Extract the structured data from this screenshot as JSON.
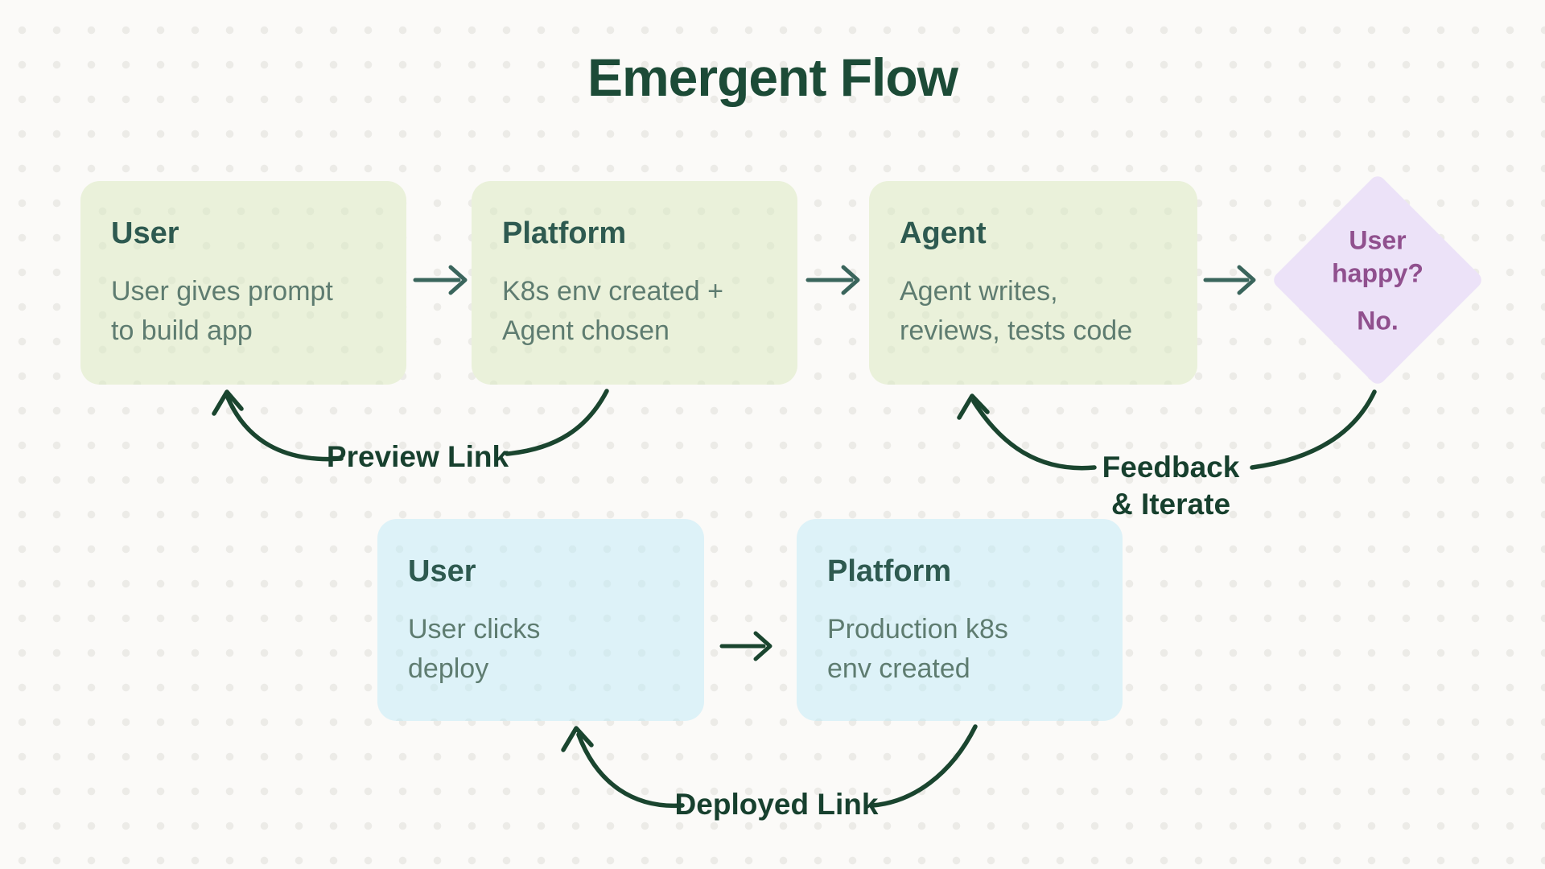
{
  "title": "Emergent Flow",
  "top_row": {
    "boxes": [
      {
        "title": "User",
        "body": "User gives prompt\nto build app"
      },
      {
        "title": "Platform",
        "body": "K8s env created +\nAgent chosen"
      },
      {
        "title": "Agent",
        "body": "Agent writes,\nreviews, tests code"
      }
    ],
    "decision": {
      "question": "User\nhappy?",
      "answer": "No."
    }
  },
  "bottom_row": {
    "boxes": [
      {
        "title": "User",
        "body": "User clicks\ndeploy"
      },
      {
        "title": "Platform",
        "body": "Production k8s\nenv created"
      }
    ]
  },
  "labels": {
    "preview": "Preview Link",
    "feedback": "Feedback\n& Iterate",
    "deployed": "Deployed Link"
  },
  "colors": {
    "background": "#FBFAF8",
    "dot_grid": "#ECEBE7",
    "stage_box_fill": "#EAF1DA",
    "deploy_box_fill": "#DDF2F8",
    "decision_diamond_fill": "#ECE2F8",
    "decision_text": "#90508E",
    "title_text": "#1C4B37",
    "box_title_text": "#2E5A50",
    "box_body_text": "#5E7C70",
    "straight_arrow": "#3A655C",
    "loop_arrow": "#1A452F"
  }
}
